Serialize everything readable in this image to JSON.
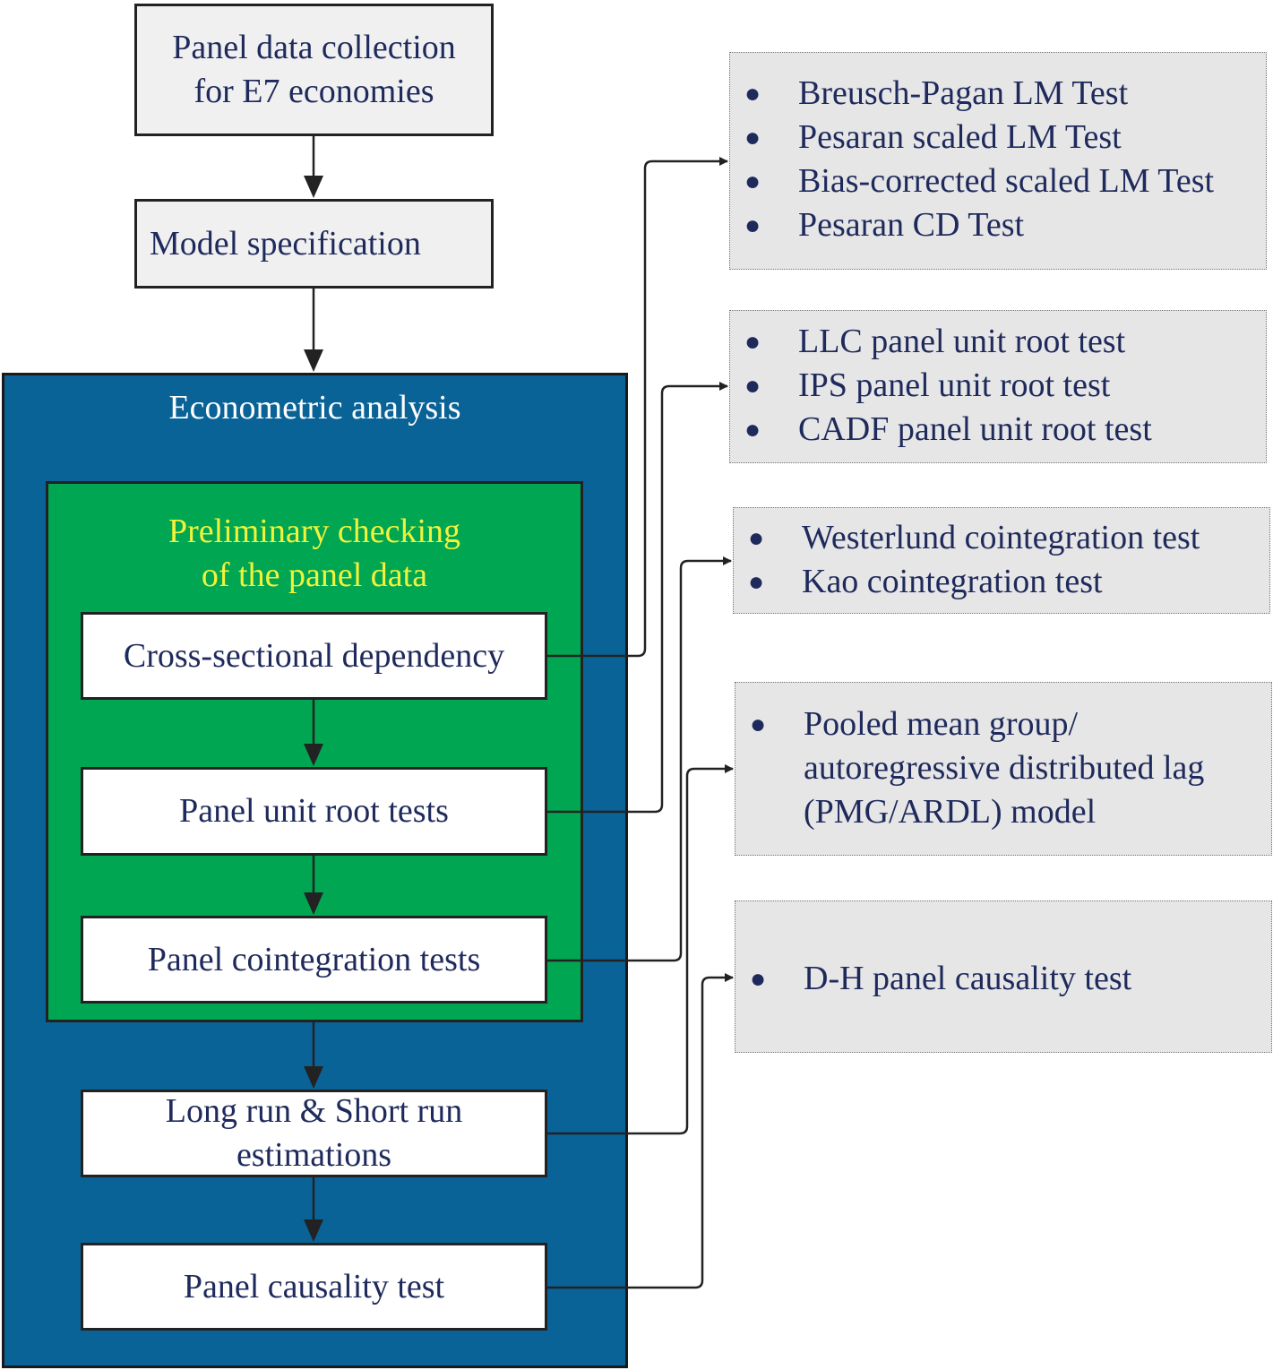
{
  "flow": {
    "collection": [
      "Panel data collection",
      "for E7 economies"
    ],
    "model_spec": "Model specification",
    "econometric_title": "Econometric analysis",
    "preliminary_title": [
      "Preliminary checking",
      "of the panel data"
    ],
    "steps": {
      "csd": "Cross-sectional dependency",
      "unit_root": "Panel unit root tests",
      "cointegration": "Panel cointegration tests",
      "estimation": [
        "Long run & Short run",
        "estimations"
      ],
      "causality": "Panel causality test"
    }
  },
  "tests": {
    "csd": [
      "Breusch-Pagan LM Test",
      "Pesaran scaled LM Test",
      "Bias-corrected scaled LM Test",
      "Pesaran CD Test"
    ],
    "unit_root": [
      "LLC panel unit root test",
      "IPS panel unit root test",
      "CADF panel unit root test"
    ],
    "cointegration": [
      "Westerlund cointegration test",
      "Kao cointegration test"
    ],
    "estimation": [
      "Pooled mean group/",
      "autoregressive distributed lag",
      "(PMG/ARDL) model"
    ],
    "causality": [
      "D-H panel causality test"
    ]
  },
  "colors": {
    "outer_box": "#0a6397",
    "inner_box": "#00a651",
    "inner_title": "#f2f23a",
    "text": "#1f2a5c",
    "list_bg": "#e6e6e6"
  }
}
